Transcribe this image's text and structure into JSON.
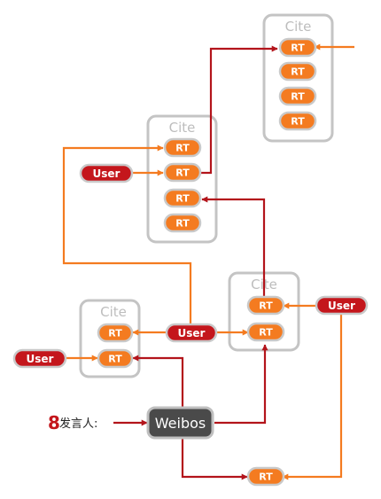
{
  "labels": {
    "cite": "Cite",
    "rt": "RT",
    "user": "User",
    "weibos": "Weibos",
    "speaker": "发言人:"
  },
  "icons": {
    "speaker": "person-icon"
  },
  "colors": {
    "orange_line": "#f47b20",
    "red_line": "#b3141b",
    "rt_fill": "#f47b20",
    "user_fill": "#c4161c",
    "weibos_fill": "#4a4a4a",
    "box_border": "#c4c4c4"
  }
}
